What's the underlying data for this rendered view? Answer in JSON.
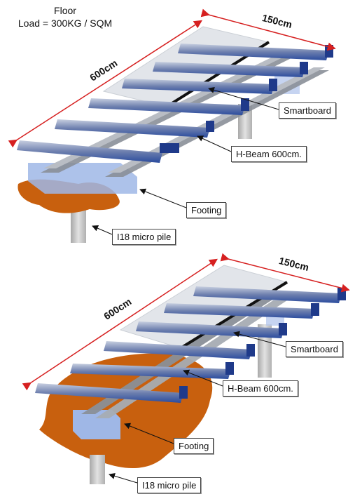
{
  "header": {
    "line1": "Floor",
    "line2": "Load = 300KG / SQM"
  },
  "top_diagram": {
    "dim_width": "150cm",
    "dim_length": "600cm",
    "labels": {
      "smartboard": "Smartboard",
      "hbeam": "H-Beam 600cm.",
      "footing": "Footing",
      "pile": "I18 micro pile"
    }
  },
  "bottom_diagram": {
    "dim_width": "150cm",
    "dim_length": "600cm",
    "labels": {
      "smartboard": "Smartboard",
      "hbeam": "H-Beam 600cm.",
      "footing": "Footing",
      "pile": "I18 micro pile"
    }
  },
  "colors": {
    "beam_blue": "#3a5fb8",
    "beam_blue_dark": "#1f3a8a",
    "hbeam_gray": "#8a8f98",
    "board": "#d9dde3",
    "footing_blue": "#9fb7e6",
    "soil": "#c8600e",
    "pile": "#c9c9c9",
    "dim_line": "#d62020"
  }
}
